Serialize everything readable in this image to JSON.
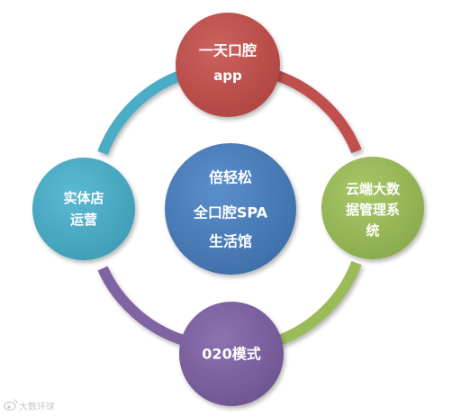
{
  "center": {
    "lines": [
      "倍轻松",
      "全口腔SPA",
      "生活馆"
    ],
    "color": "#4a7ebb"
  },
  "nodes": {
    "top": {
      "lines": [
        "一天口腔",
        "app"
      ],
      "color": "#c0504d"
    },
    "right": {
      "lines": [
        "云端大数",
        "据管理系",
        "统"
      ],
      "color": "#9bbb59"
    },
    "bottom": {
      "lines": [
        "020模式"
      ],
      "color": "#8064a2"
    },
    "left": {
      "lines": [
        "实体店",
        "运营"
      ],
      "color": "#4bacc6"
    }
  },
  "arcs": {
    "top_right": "#c0504d",
    "right_bottom": "#9bbb59",
    "bottom_left": "#8064a2",
    "left_top": "#4bacc6"
  },
  "watermark": {
    "text": "大数环球",
    "icon": "weibo-icon"
  }
}
